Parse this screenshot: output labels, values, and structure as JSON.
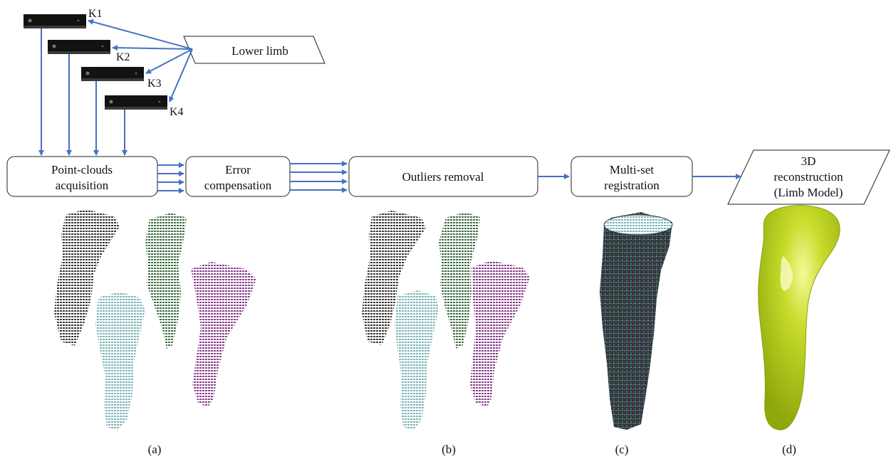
{
  "sensors": [
    {
      "label": "K1"
    },
    {
      "label": "K2"
    },
    {
      "label": "K3"
    },
    {
      "label": "K4"
    }
  ],
  "input": {
    "label": "Lower limb"
  },
  "steps": [
    {
      "lines": [
        "Point-clouds",
        "acquisition"
      ]
    },
    {
      "lines": [
        "Error",
        "compensation"
      ]
    },
    {
      "lines": [
        "Outliers removal"
      ]
    },
    {
      "lines": [
        "Multi-set",
        "registration"
      ]
    }
  ],
  "output": {
    "lines": [
      "3D",
      "reconstruction",
      "(Limb Model)"
    ]
  },
  "captions": {
    "a": "(a)",
    "b": "(b)",
    "c": "(c)",
    "d": "(d)"
  },
  "colors": {
    "arrow": "#4472c4",
    "cloud_gray": "#3a3a3a",
    "cloud_green": "#3f6e43",
    "cloud_cyan": "#7fb6b8",
    "cloud_purple": "#8a3f8c",
    "limb_model": "#b5cc12"
  }
}
